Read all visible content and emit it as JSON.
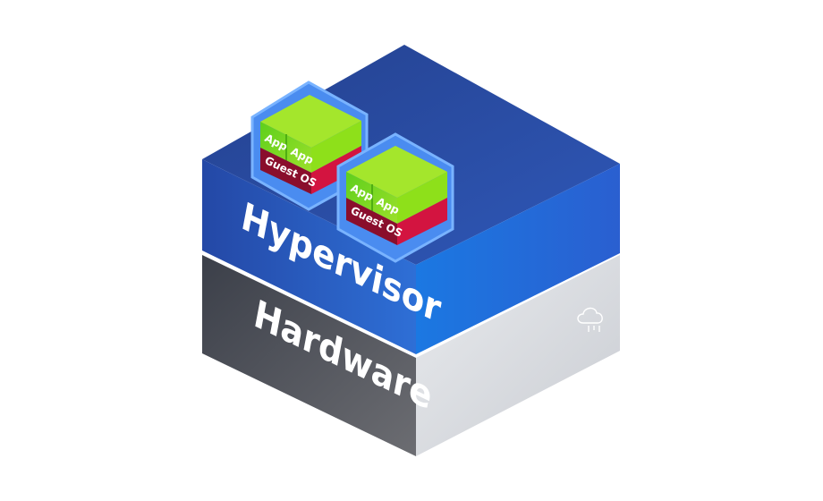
{
  "layers": {
    "hypervisor": {
      "label": "Hypervisor"
    },
    "hardware": {
      "label": "Hardware"
    }
  },
  "vms": [
    {
      "app1": "App",
      "app2": "App",
      "os": "Guest OS"
    },
    {
      "app1": "App",
      "app2": "App",
      "os": "Guest OS"
    }
  ],
  "icons": {
    "hardware_badge": "cloud-chip-icon"
  },
  "colors": {
    "hypervisor_top": "#2a4fa8",
    "hypervisor_front": "#2d62d3",
    "hypervisor_side": "#1f86e6",
    "hardware_front": "#55565c",
    "hardware_side": "#d6d9de",
    "app_green": "#76d31e",
    "guest_os_red": "#d31440"
  }
}
